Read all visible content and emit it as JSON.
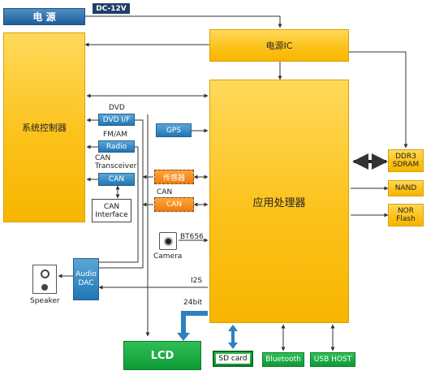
{
  "blocks": {
    "power": "电  源",
    "power_ic": "电源IC",
    "system_controller": "系统控制器",
    "app_processor": "应用处理器",
    "dvd_if": "DVD I/F",
    "radio": "Radio",
    "can": "CAN",
    "can_interface": "CAN Interface",
    "audio_dac": "Audio DAC",
    "gps": "GPS",
    "sensor": "传感器",
    "can_right": "CAN",
    "ddr3": "DDR3 SDRAM",
    "nand": "NAND",
    "nor": "NOR Flash",
    "lcd": "LCD",
    "sd_card": "SD card",
    "bluetooth": "Bluetooth",
    "usb_host": "USB HOST"
  },
  "labels": {
    "dc": "DC-12V",
    "dvd": "DVD",
    "fm_am": "FM/AM",
    "can_transceiver": "CAN Transceiver",
    "can_above": "CAN",
    "bt656": "BT656",
    "camera": "Camera",
    "speaker": "Speaker",
    "i2s": "I2S",
    "bits24": "24bit"
  },
  "colors": {
    "yellow": "#fcc21b",
    "blue": "#1f77b4",
    "orange": "#f07d10",
    "green": "#0f9a36",
    "line": "#333333"
  }
}
